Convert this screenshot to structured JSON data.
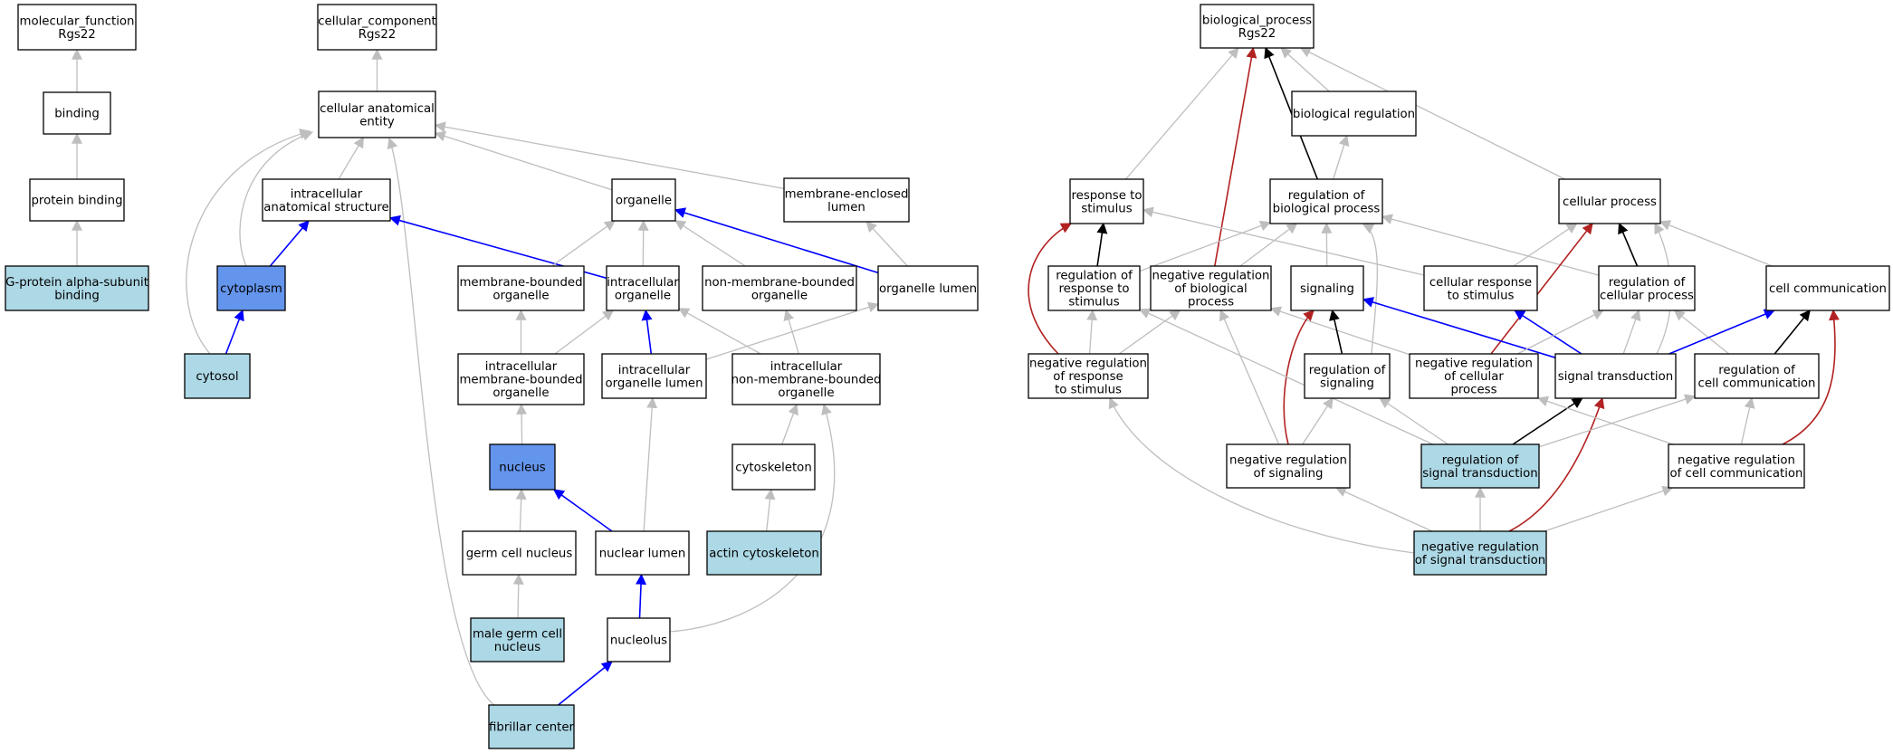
{
  "colors": {
    "plain": "#ffffff",
    "highlight": "#add8e6",
    "emphasis": "#6495ed",
    "edge_gray": "#bebebe",
    "edge_black": "#000000",
    "edge_blue": "#0000ff",
    "edge_red": "#b22222"
  },
  "nodes": [
    {
      "id": "mf",
      "lines": [
        "molecular_function",
        "Rgs22"
      ],
      "style": "plain"
    },
    {
      "id": "binding",
      "lines": [
        "binding"
      ],
      "style": "plain"
    },
    {
      "id": "protbind",
      "lines": [
        "protein binding"
      ],
      "style": "plain"
    },
    {
      "id": "gpab",
      "lines": [
        "G-protein alpha-subunit",
        "binding"
      ],
      "style": "highlight"
    },
    {
      "id": "cc",
      "lines": [
        "cellular_component",
        "Rgs22"
      ],
      "style": "plain"
    },
    {
      "id": "cae",
      "lines": [
        "cellular anatomical",
        "entity"
      ],
      "style": "plain"
    },
    {
      "id": "ias",
      "lines": [
        "intracellular",
        "anatomical structure"
      ],
      "style": "plain"
    },
    {
      "id": "cytoplasm",
      "lines": [
        "cytoplasm"
      ],
      "style": "emphasis"
    },
    {
      "id": "cytosol",
      "lines": [
        "cytosol"
      ],
      "style": "highlight"
    },
    {
      "id": "organelle",
      "lines": [
        "organelle"
      ],
      "style": "plain"
    },
    {
      "id": "mel",
      "lines": [
        "membrane-enclosed",
        "lumen"
      ],
      "style": "plain"
    },
    {
      "id": "mbo",
      "lines": [
        "membrane-bounded",
        "organelle"
      ],
      "style": "plain"
    },
    {
      "id": "io",
      "lines": [
        "intracellular",
        "organelle"
      ],
      "style": "plain"
    },
    {
      "id": "nmbo",
      "lines": [
        "non-membrane-bounded",
        "organelle"
      ],
      "style": "plain"
    },
    {
      "id": "ol",
      "lines": [
        "organelle lumen"
      ],
      "style": "plain"
    },
    {
      "id": "imbo",
      "lines": [
        "intracellular",
        "membrane-bounded",
        "organelle"
      ],
      "style": "plain"
    },
    {
      "id": "iol",
      "lines": [
        "intracellular",
        "organelle lumen"
      ],
      "style": "plain"
    },
    {
      "id": "inmbo",
      "lines": [
        "intracellular",
        "non-membrane-bounded",
        "organelle"
      ],
      "style": "plain"
    },
    {
      "id": "nucleus",
      "lines": [
        "nucleus"
      ],
      "style": "emphasis"
    },
    {
      "id": "cytoskeleton",
      "lines": [
        "cytoskeleton"
      ],
      "style": "plain"
    },
    {
      "id": "gcn",
      "lines": [
        "germ cell nucleus"
      ],
      "style": "plain"
    },
    {
      "id": "nl",
      "lines": [
        "nuclear lumen"
      ],
      "style": "plain"
    },
    {
      "id": "actin",
      "lines": [
        "actin cytoskeleton"
      ],
      "style": "highlight"
    },
    {
      "id": "mgcn",
      "lines": [
        "male germ cell",
        "nucleus"
      ],
      "style": "highlight"
    },
    {
      "id": "nucleolus",
      "lines": [
        "nucleolus"
      ],
      "style": "plain"
    },
    {
      "id": "fc",
      "lines": [
        "fibrillar center"
      ],
      "style": "highlight"
    },
    {
      "id": "bp",
      "lines": [
        "biological_process",
        "Rgs22"
      ],
      "style": "plain"
    },
    {
      "id": "breg",
      "lines": [
        "biological regulation"
      ],
      "style": "plain"
    },
    {
      "id": "rts",
      "lines": [
        "response to",
        "stimulus"
      ],
      "style": "plain"
    },
    {
      "id": "rbp",
      "lines": [
        "regulation of",
        "biological process"
      ],
      "style": "plain"
    },
    {
      "id": "cp",
      "lines": [
        "cellular process"
      ],
      "style": "plain"
    },
    {
      "id": "rrs",
      "lines": [
        "regulation of",
        "response to",
        "stimulus"
      ],
      "style": "plain"
    },
    {
      "id": "nrbp",
      "lines": [
        "negative regulation",
        "of biological",
        "process"
      ],
      "style": "plain"
    },
    {
      "id": "signaling",
      "lines": [
        "signaling"
      ],
      "style": "plain"
    },
    {
      "id": "crs",
      "lines": [
        "cellular response",
        "to stimulus"
      ],
      "style": "plain"
    },
    {
      "id": "rcp",
      "lines": [
        "regulation of",
        "cellular process"
      ],
      "style": "plain"
    },
    {
      "id": "cellcomm",
      "lines": [
        "cell communication"
      ],
      "style": "plain"
    },
    {
      "id": "nrrs",
      "lines": [
        "negative regulation",
        "of response",
        "to stimulus"
      ],
      "style": "plain"
    },
    {
      "id": "rsig",
      "lines": [
        "regulation of",
        "signaling"
      ],
      "style": "plain"
    },
    {
      "id": "nrcp",
      "lines": [
        "negative regulation",
        "of cellular",
        "process"
      ],
      "style": "plain"
    },
    {
      "id": "st",
      "lines": [
        "signal transduction"
      ],
      "style": "plain"
    },
    {
      "id": "rcc",
      "lines": [
        "regulation of",
        "cell communication"
      ],
      "style": "plain"
    },
    {
      "id": "nrsig",
      "lines": [
        "negative regulation",
        "of signaling"
      ],
      "style": "plain"
    },
    {
      "id": "rst",
      "lines": [
        "regulation of",
        "signal transduction"
      ],
      "style": "highlight"
    },
    {
      "id": "nrcc",
      "lines": [
        "negative regulation",
        "of cell communication"
      ],
      "style": "plain"
    },
    {
      "id": "nrst",
      "lines": [
        "negative regulation",
        "of signal transduction"
      ],
      "style": "highlight"
    }
  ],
  "edges": [
    {
      "from": "binding",
      "to": "mf",
      "color": "gray"
    },
    {
      "from": "protbind",
      "to": "binding",
      "color": "gray"
    },
    {
      "from": "gpab",
      "to": "protbind",
      "color": "gray"
    },
    {
      "from": "cae",
      "to": "cc",
      "color": "gray"
    },
    {
      "from": "ias",
      "to": "cae",
      "color": "gray"
    },
    {
      "from": "cytoplasm",
      "to": "cae",
      "color": "gray"
    },
    {
      "from": "cytosol",
      "to": "cae",
      "color": "gray"
    },
    {
      "from": "fc",
      "to": "cae",
      "color": "gray"
    },
    {
      "from": "organelle",
      "to": "cae",
      "color": "gray"
    },
    {
      "from": "mel",
      "to": "cae",
      "color": "gray"
    },
    {
      "from": "cytoplasm",
      "to": "ias",
      "color": "blue"
    },
    {
      "from": "cytosol",
      "to": "cytoplasm",
      "color": "blue"
    },
    {
      "from": "io",
      "to": "ias",
      "color": "blue"
    },
    {
      "from": "mbo",
      "to": "organelle",
      "color": "gray"
    },
    {
      "from": "io",
      "to": "organelle",
      "color": "gray"
    },
    {
      "from": "nmbo",
      "to": "organelle",
      "color": "gray"
    },
    {
      "from": "ol",
      "to": "organelle",
      "color": "blue"
    },
    {
      "from": "ol",
      "to": "mel",
      "color": "gray"
    },
    {
      "from": "imbo",
      "to": "mbo",
      "color": "gray"
    },
    {
      "from": "imbo",
      "to": "io",
      "color": "gray"
    },
    {
      "from": "iol",
      "to": "io",
      "color": "blue"
    },
    {
      "from": "inmbo",
      "to": "io",
      "color": "gray"
    },
    {
      "from": "inmbo",
      "to": "nmbo",
      "color": "gray"
    },
    {
      "from": "iol",
      "to": "ol",
      "color": "gray"
    },
    {
      "from": "nucleus",
      "to": "imbo",
      "color": "gray"
    },
    {
      "from": "cytoskeleton",
      "to": "inmbo",
      "color": "gray"
    },
    {
      "from": "nucleolus",
      "to": "inmbo",
      "color": "gray"
    },
    {
      "from": "gcn",
      "to": "nucleus",
      "color": "gray"
    },
    {
      "from": "nl",
      "to": "nucleus",
      "color": "blue"
    },
    {
      "from": "nl",
      "to": "iol",
      "color": "gray"
    },
    {
      "from": "actin",
      "to": "cytoskeleton",
      "color": "gray"
    },
    {
      "from": "mgcn",
      "to": "gcn",
      "color": "gray"
    },
    {
      "from": "nucleolus",
      "to": "nl",
      "color": "blue"
    },
    {
      "from": "fc",
      "to": "nucleolus",
      "color": "blue"
    },
    {
      "from": "breg",
      "to": "bp",
      "color": "gray"
    },
    {
      "from": "rts",
      "to": "bp",
      "color": "gray"
    },
    {
      "from": "rbp",
      "to": "bp",
      "color": "black"
    },
    {
      "from": "cp",
      "to": "bp",
      "color": "gray"
    },
    {
      "from": "nrbp",
      "to": "bp",
      "color": "red"
    },
    {
      "from": "rbp",
      "to": "breg",
      "color": "gray"
    },
    {
      "from": "rrs",
      "to": "rts",
      "color": "black"
    },
    {
      "from": "nrrs",
      "to": "rts",
      "color": "red"
    },
    {
      "from": "crs",
      "to": "rts",
      "color": "gray"
    },
    {
      "from": "rrs",
      "to": "rbp",
      "color": "gray"
    },
    {
      "from": "nrbp",
      "to": "rbp",
      "color": "gray"
    },
    {
      "from": "signaling",
      "to": "rbp",
      "color": "gray"
    },
    {
      "from": "rcp",
      "to": "rbp",
      "color": "gray"
    },
    {
      "from": "rsig",
      "to": "rbp",
      "color": "gray"
    },
    {
      "from": "crs",
      "to": "cp",
      "color": "gray"
    },
    {
      "from": "rcp",
      "to": "cp",
      "color": "black"
    },
    {
      "from": "cellcomm",
      "to": "cp",
      "color": "gray"
    },
    {
      "from": "nrcp",
      "to": "cp",
      "color": "red"
    },
    {
      "from": "st",
      "to": "cp",
      "color": "gray"
    },
    {
      "from": "nrrs",
      "to": "rrs",
      "color": "gray"
    },
    {
      "from": "nrrs",
      "to": "nrbp",
      "color": "gray"
    },
    {
      "from": "nrcp",
      "to": "nrbp",
      "color": "gray"
    },
    {
      "from": "nrsig",
      "to": "nrbp",
      "color": "gray"
    },
    {
      "from": "rsig",
      "to": "signaling",
      "color": "black"
    },
    {
      "from": "st",
      "to": "signaling",
      "color": "blue"
    },
    {
      "from": "nrsig",
      "to": "signaling",
      "color": "red"
    },
    {
      "from": "st",
      "to": "crs",
      "color": "blue"
    },
    {
      "from": "nrcp",
      "to": "rcp",
      "color": "gray"
    },
    {
      "from": "st",
      "to": "rcp",
      "color": "gray"
    },
    {
      "from": "rcc",
      "to": "rcp",
      "color": "gray"
    },
    {
      "from": "st",
      "to": "cellcomm",
      "color": "blue"
    },
    {
      "from": "rcc",
      "to": "cellcomm",
      "color": "black"
    },
    {
      "from": "nrcc",
      "to": "cellcomm",
      "color": "red"
    },
    {
      "from": "rst",
      "to": "rrs",
      "color": "gray"
    },
    {
      "from": "rst",
      "to": "rsig",
      "color": "gray"
    },
    {
      "from": "nrsig",
      "to": "rsig",
      "color": "gray"
    },
    {
      "from": "rst",
      "to": "st",
      "color": "black"
    },
    {
      "from": "nrst",
      "to": "st",
      "color": "red"
    },
    {
      "from": "rst",
      "to": "rcc",
      "color": "gray"
    },
    {
      "from": "nrcc",
      "to": "rcc",
      "color": "gray"
    },
    {
      "from": "nrcc",
      "to": "nrcp",
      "color": "gray"
    },
    {
      "from": "nrst",
      "to": "nrsig",
      "color": "gray"
    },
    {
      "from": "nrst",
      "to": "rst",
      "color": "gray"
    },
    {
      "from": "nrst",
      "to": "nrcc",
      "color": "gray"
    },
    {
      "from": "nrst",
      "to": "nrrs",
      "color": "gray"
    }
  ]
}
